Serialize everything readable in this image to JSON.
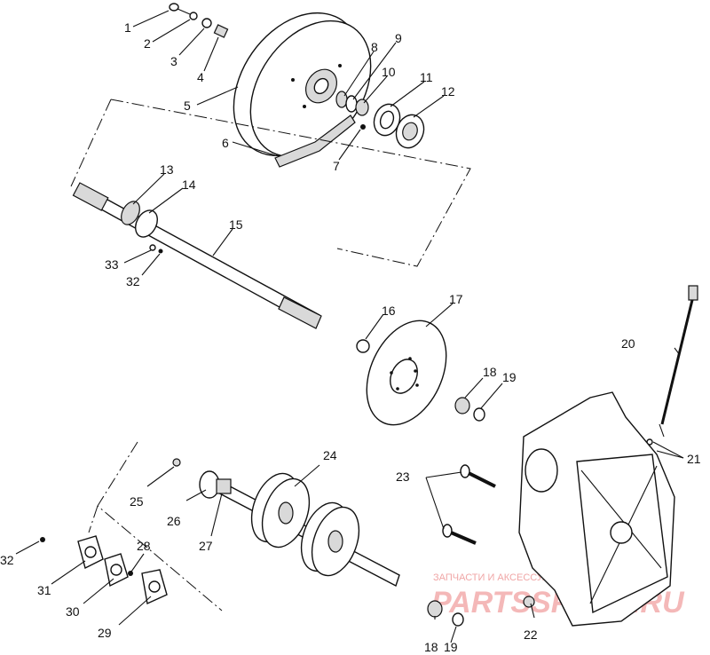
{
  "callouts": {
    "c1": "1",
    "c2": "2",
    "c3": "3",
    "c4": "4",
    "c5": "5",
    "c6": "6",
    "c7": "7",
    "c8": "8",
    "c9": "9",
    "c10": "10",
    "c11": "11",
    "c12": "12",
    "c13": "13",
    "c14": "14",
    "c15": "15",
    "c16": "16",
    "c17": "17",
    "c18a": "18",
    "c19a": "19",
    "c20": "20",
    "c21": "21",
    "c22": "22",
    "c23": "23",
    "c24": "24",
    "c25": "25",
    "c26": "26",
    "c27": "27",
    "c28": "28",
    "c29": "29",
    "c30": "30",
    "c31": "31",
    "c32a": "32",
    "c32b": "32",
    "c33": "33",
    "c18b": "18",
    "c19b": "19"
  },
  "watermark": {
    "caption": "ЗАПЧАСТИ И АКСЕССУАРЫ ДЛЯ МОТОТЕХНИКИ",
    "logo": "PARTSSPORT.RU"
  }
}
